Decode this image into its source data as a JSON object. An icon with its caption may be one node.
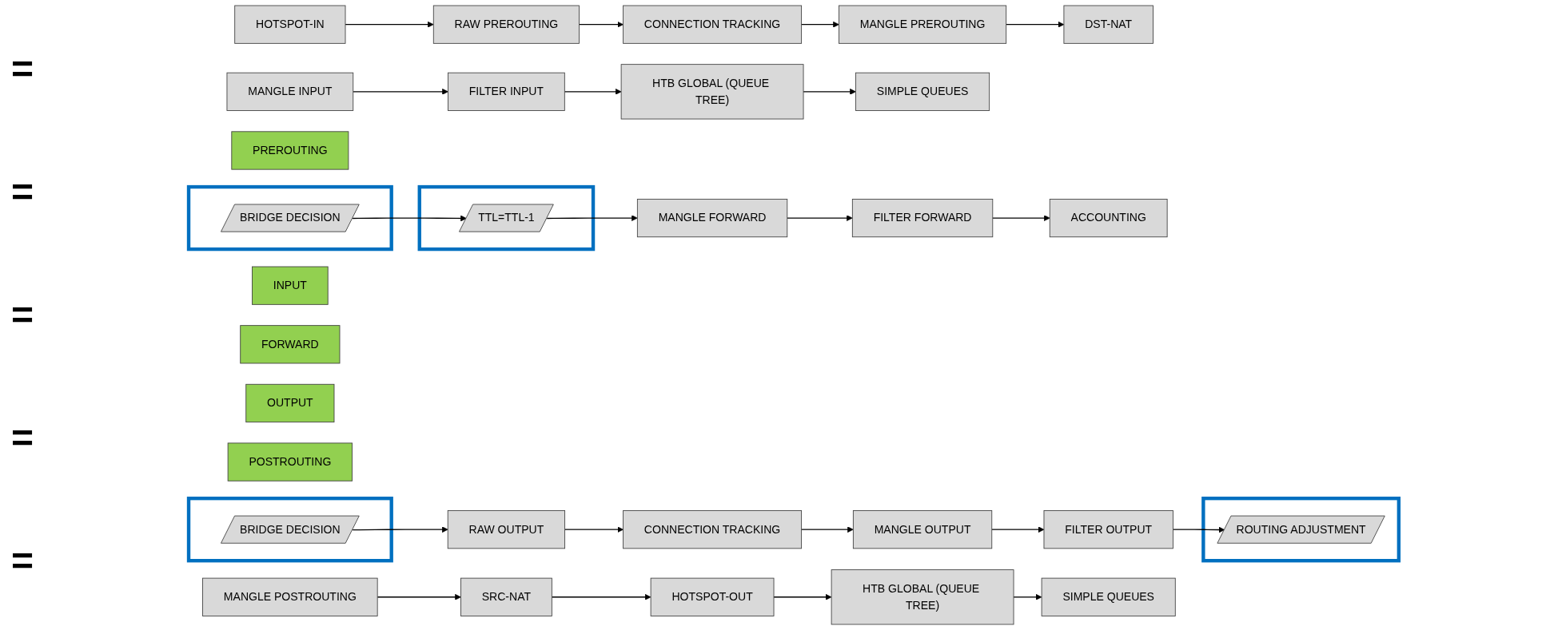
{
  "diagram": {
    "nodes": [
      {
        "text": [
          "PREROUTING"
        ]
      },
      {
        "text": [
          "HOTSPOT-IN"
        ]
      },
      {
        "text": [
          "RAW PREROUTING"
        ]
      },
      {
        "text": [
          "CONNECTION TRACKING"
        ]
      },
      {
        "text": [
          "MANGLE PREROUTING"
        ]
      },
      {
        "text": [
          "DST-NAT"
        ]
      },
      {
        "text": [
          "INPUT"
        ]
      },
      {
        "text": [
          "MANGLE INPUT"
        ]
      },
      {
        "text": [
          "FILTER INPUT"
        ]
      },
      {
        "text": [
          "HTB GLOBAL (QUEUE TREE)"
        ]
      },
      {
        "text": [
          "SIMPLE QUEUES"
        ]
      },
      {
        "text": [
          "FORWARD"
        ]
      },
      {
        "text": [],
        "shape": "box"
      },
      {
        "text": [
          "BRIDGE DECISION"
        ],
        "in": 12
      },
      {
        "text": [],
        "shape": "box"
      },
      {
        "text": [
          "TTL=TTL-1"
        ],
        "in": 14
      },
      {
        "text": [
          "MANGLE FORWARD"
        ]
      },
      {
        "text": [
          "FILTER FORWARD"
        ]
      },
      {
        "text": [
          "ACCOUNTING"
        ]
      },
      {
        "text": [
          "OUTPUT"
        ]
      },
      {
        "text": [],
        "shape": "box"
      },
      {
        "text": [
          "BRIDGE DECISION"
        ],
        "in": 20
      },
      {
        "text": [
          "RAW OUTPUT"
        ]
      },
      {
        "text": [
          "CONNECTION TRACKING"
        ]
      },
      {
        "text": [
          "MANGLE OUTPUT"
        ]
      },
      {
        "text": [
          "FILTER OUTPUT"
        ]
      },
      {
        "text": [],
        "shape": "box"
      },
      {
        "text": [
          "ROUTING ADJUSTMENT"
        ],
        "in": 26
      },
      {
        "text": [
          "POSTROUTING"
        ]
      },
      {
        "text": [
          "MANGLE POSTROUTING"
        ]
      },
      {
        "text": [
          "SRC-NAT"
        ]
      },
      {
        "text": [
          "HOTSPOT-OUT"
        ]
      },
      {
        "text": [
          "HTB GLOBAL (QUEUE TREE)"
        ]
      },
      {
        "text": [
          "SIMPLE QUEUES"
        ]
      }
    ],
    "edges": [
      {
        "from": 1,
        "to": 2,
        "arrow": "to"
      },
      {
        "from": 2,
        "to": 3,
        "arrow": "to"
      },
      {
        "from": 3,
        "to": 4,
        "arrow": "to"
      },
      {
        "from": 4,
        "to": 5,
        "arrow": "to"
      },
      {
        "from": 7,
        "to": 8,
        "arrow": "to"
      },
      {
        "from": 8,
        "to": 9,
        "arrow": "to"
      },
      {
        "from": 9,
        "to": 10,
        "arrow": "to"
      },
      {
        "from": 13,
        "to": 15,
        "arrow": "to"
      },
      {
        "from": 15,
        "to": 16,
        "arrow": "to"
      },
      {
        "from": 16,
        "to": 17,
        "arrow": "to"
      },
      {
        "from": 17,
        "to": 18,
        "arrow": "to"
      },
      {
        "from": 21,
        "to": 22,
        "arrow": "to"
      },
      {
        "from": 22,
        "to": 23,
        "arrow": "to"
      },
      {
        "from": 23,
        "to": 24,
        "arrow": "to"
      },
      {
        "from": 24,
        "to": 25,
        "arrow": "to"
      },
      {
        "from": 25,
        "to": 27,
        "arrow": "to"
      },
      {
        "from": 29,
        "to": 30,
        "arrow": "to"
      },
      {
        "from": 30,
        "to": 31,
        "arrow": "to"
      },
      {
        "from": 31,
        "to": 32,
        "arrow": "to"
      },
      {
        "from": 32,
        "to": 33,
        "arrow": "to"
      }
    ],
    "labels": [
      "=",
      "=",
      "=",
      "=",
      "="
    ]
  }
}
